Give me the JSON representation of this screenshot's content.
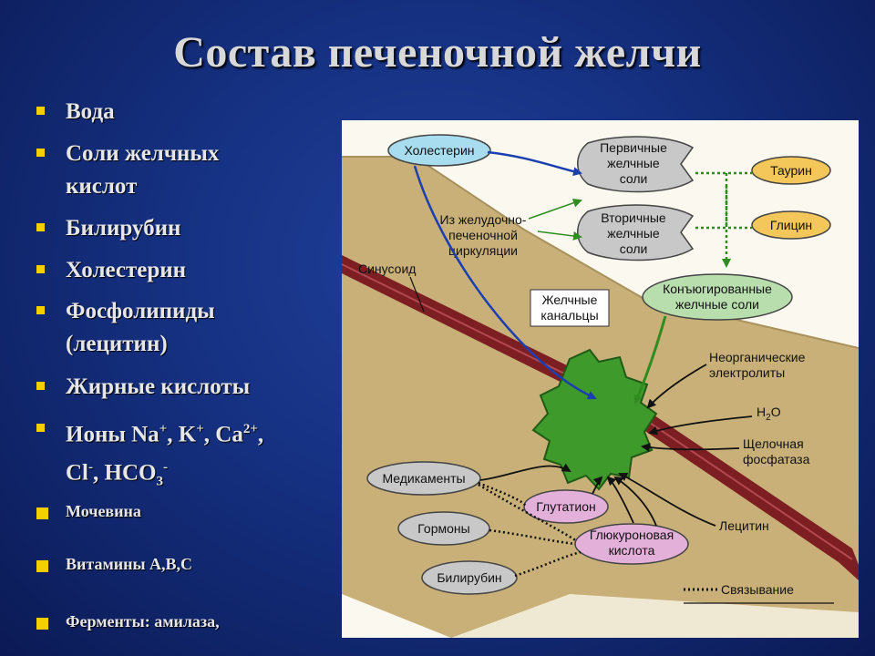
{
  "title": "Состав печеночной желчи",
  "bullets": [
    {
      "lines": [
        "Вода"
      ]
    },
    {
      "lines": [
        "Соли желчных",
        "кислот"
      ]
    },
    {
      "lines": [
        "Билирубин"
      ]
    },
    {
      "lines": [
        "Холестерин"
      ]
    },
    {
      "lines": [
        "Фосфолипиды",
        "(лецитин)"
      ]
    },
    {
      "lines": [
        "Жирные кислоты"
      ]
    },
    {
      "ions": {
        "line1_prefix": "Ионы Na",
        "na_sup": "+",
        "sep1": ", K",
        "k_sup": "+",
        "sep2": ", Ca",
        "ca_sup": "2+",
        "sep3": ",",
        "line2_prefix": "Cl",
        "cl_sup": "-",
        "sep4": ", HCO",
        "hco_sub": "3",
        "hco_sup": "-"
      }
    }
  ],
  "small_bullets": [
    "Мочевина",
    "Витамины A,B,C",
    "Ферменты: амилаза,"
  ],
  "diagram": {
    "labels": {
      "cholesterol": "Холестерин",
      "primary": [
        "Первичные",
        "желчные",
        "соли"
      ],
      "secondary": [
        "Вторичные",
        "желчные",
        "соли"
      ],
      "taurine": "Таурин",
      "glycine": "Глицин",
      "conjugated": [
        "Конъюгированные",
        "желчные соли"
      ],
      "from_circulation": [
        "Из желудочно-",
        "печеночной",
        "циркуляции"
      ],
      "sinusoid": "Синусоид",
      "canaliculi": [
        "Желчные",
        "канальцы"
      ],
      "electrolytes": [
        "Неорганические",
        "электролиты"
      ],
      "water": "H",
      "water_sub": "2",
      "water_o": "O",
      "phosphatase": [
        "Щелочная",
        "фосфатаза"
      ],
      "drugs": "Медикаменты",
      "glutathione": "Глутатион",
      "hormones": "Гормоны",
      "glucuronic": [
        "Глюкуроновая",
        "кислота"
      ],
      "lecithin": "Лецитин",
      "bilirubin": "Билирубин",
      "binding": "Связывание"
    },
    "colors": {
      "tissue": "#c8b078",
      "vessel": "#7d1e23",
      "canaliculus": "#3e9a2a",
      "cholesterol_fill": "#a8dcef",
      "salt_fill": "#c8c8c8",
      "amino_fill": "#f4c75a",
      "conjugated_fill": "#b9deae",
      "glucuronide_fill": "#e3b0da",
      "arrow_blue": "#1c3fb0",
      "arrow_green": "#2f8c1f"
    }
  }
}
